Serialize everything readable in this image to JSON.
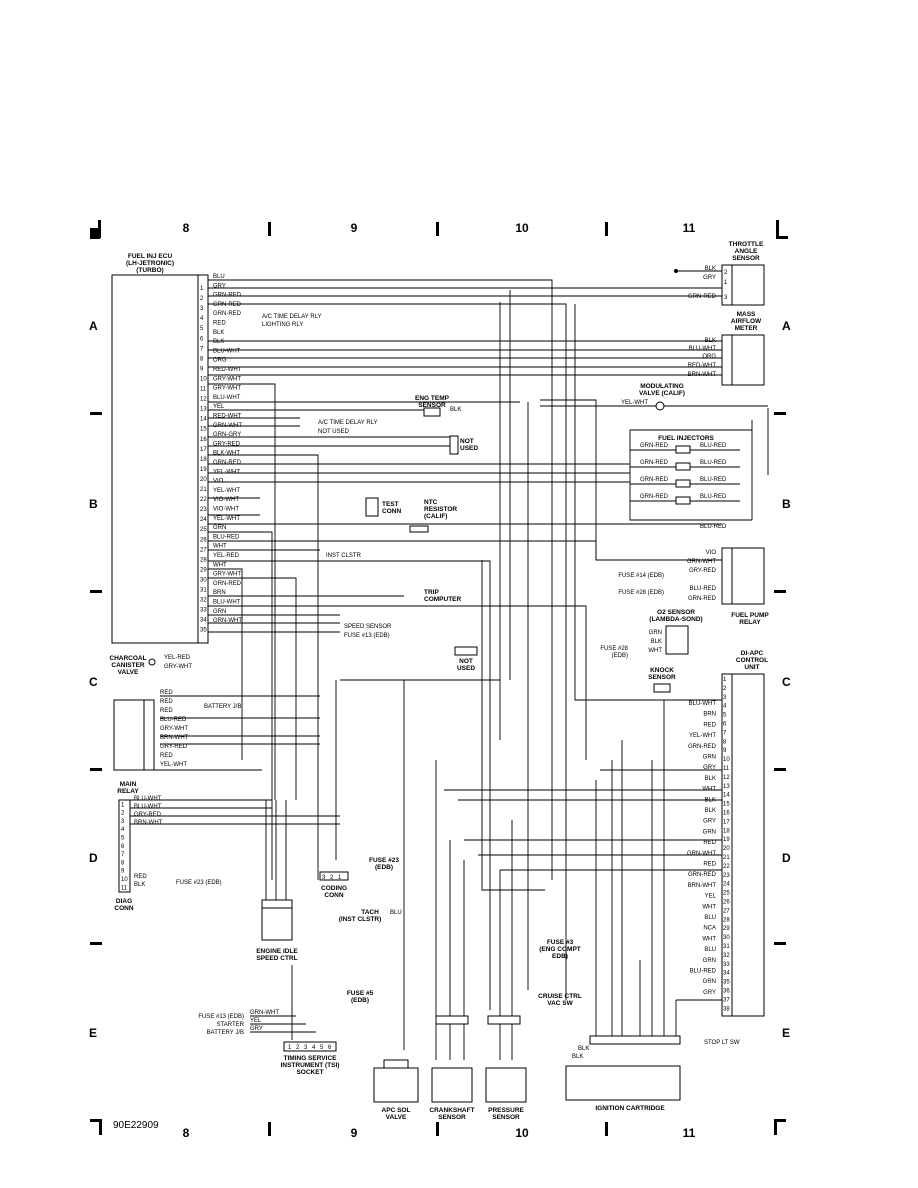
{
  "grid": {
    "columns": [
      "8",
      "9",
      "10",
      "11"
    ],
    "rows": [
      "A",
      "B",
      "C",
      "D",
      "E"
    ]
  },
  "ecu": {
    "title": [
      "FUEL INJ ECU",
      "(LH-JETRONIC)",
      "(TURBO)"
    ],
    "pins": [
      "1",
      "2",
      "3",
      "4",
      "5",
      "6",
      "7",
      "8",
      "9",
      "10",
      "11",
      "12",
      "13",
      "14",
      "15",
      "16",
      "17",
      "18",
      "19",
      "20",
      "21",
      "22",
      "23",
      "24",
      "25",
      "26",
      "27",
      "28",
      "29",
      "30",
      "31",
      "32",
      "33",
      "34",
      "35"
    ],
    "wires": [
      "BLU",
      "GRY",
      "GRN-RED",
      "GRN-RED",
      "GRN-RED",
      "RED",
      "BLK",
      "BLK",
      "BLU-WHT",
      "ORG",
      "RED-WHT",
      "GRY-WHT",
      "GRY-WHT",
      "BLU-WHT",
      "YEL",
      "RED-WHT",
      "GRN-WHT",
      "GRN-GRY",
      "GRY-RED",
      "BLK-WHT",
      "GRN-RED",
      "YEL-WHT",
      "VIO",
      "YEL-WHT",
      "VIO-WHT",
      "VIO-WHT",
      "YEL-WHT",
      "GRN",
      "BLU-RED",
      "WHT",
      "YEL-RED",
      "WHT",
      "GRY-WHT",
      "GRN-RED",
      "BRN",
      "BLU-WHT",
      "GRN",
      "GRN-WHT"
    ]
  },
  "labels": {
    "ac_relay_1": "A/C TIME DELAY RLY",
    "lighting_relay": "LIGHTING RLY",
    "ac_relay_2": "A/C TIME DELAY RLY",
    "not_used_1": "NOT USED",
    "inst_clstr": "INST CLSTR",
    "speed_sensor": "SPEED SENSOR",
    "fuse13": "FUSE #13 (EDB)",
    "trip": [
      "TRIP",
      "COMPUTER"
    ],
    "test_conn": [
      "TEST",
      "CONN"
    ],
    "ntc": [
      "NTC",
      "RESISTOR",
      "(CALIF)"
    ],
    "not_used_2": [
      "NOT",
      "USED"
    ],
    "not_used_3": [
      "NOT",
      "USED"
    ],
    "eng_temp": [
      "ENG TEMP",
      "SENSOR"
    ],
    "throttle": [
      "THROTTLE",
      "ANGLE",
      "SENSOR"
    ],
    "maf": [
      "MASS",
      "AIRFLOW",
      "METER"
    ],
    "mod_valve": [
      "MODULATING",
      "VALVE (CALIF)"
    ],
    "injectors": "FUEL INJECTORS",
    "fuel_pump": [
      "FUEL PUMP",
      "RELAY"
    ],
    "o2": [
      "O2 SENSOR",
      "(LAMBDA-SOND)"
    ],
    "fuse14": "FUSE #14 (EDB)",
    "fuse28a": "FUSE #28 (EDB)",
    "fuse28b": [
      "FUSE #28",
      "(EDB)"
    ],
    "knock": [
      "KNOCK",
      "SENSOR"
    ],
    "apc": [
      "DI-APC",
      "CONTROL",
      "UNIT"
    ],
    "charcoal": [
      "CHARCOAL",
      "CANISTER",
      "VALVE"
    ],
    "battery_jb": "BATTERY J/B",
    "main_relay": [
      "MAIN",
      "RELAY"
    ],
    "diag": [
      "DIAG",
      "CONN"
    ],
    "fuse23a": "FUSE #23 (EDB)",
    "fuse23b": [
      "FUSE #23",
      "(EDB)"
    ],
    "coding": [
      "CODING",
      "CONN"
    ],
    "idle": [
      "ENGINE IDLE",
      "SPEED CTRL"
    ],
    "tach": [
      "TACH",
      "(INST CLSTR)"
    ],
    "fuse3": [
      "FUSE #3",
      "(ENG COMPT",
      "EDB)"
    ],
    "cruise": [
      "CRUISE CTRL",
      "VAC SW"
    ],
    "stop": "STOP LT SW",
    "fuse5": [
      "FUSE #5",
      "(EDB)"
    ],
    "fuse13b": "FUSE #13 (EDB)",
    "starter": "STARTER",
    "battery_jb2": "BATTERY J/B",
    "timing": [
      "TIMING SERVICE",
      "INSTRUMENT (TSI)",
      "SOCKET"
    ],
    "apc_valve": [
      "APC SOL",
      "VALVE"
    ],
    "crank": [
      "CRANKSHAFT",
      "SENSOR"
    ],
    "pressure": [
      "PRESSURE",
      "SENSOR"
    ],
    "ignition": "IGNITION CARTRIDGE",
    "figure_id": "90E22909"
  },
  "apc_pins": [
    "1",
    "2",
    "3",
    "4",
    "5",
    "6",
    "7",
    "8",
    "9",
    "10",
    "11",
    "12",
    "13",
    "14",
    "15",
    "16",
    "17",
    "18",
    "19",
    "20",
    "21",
    "22",
    "23",
    "24",
    "25",
    "26",
    "27",
    "28",
    "29",
    "30",
    "31",
    "32",
    "33",
    "34",
    "35",
    "36",
    "37",
    "38"
  ],
  "apc_wires": [
    "BLU-WHT",
    "BRN",
    "RED",
    "YEL-WHT",
    "GRN-RED",
    "GRN",
    "GRY",
    "BLK",
    "WHT",
    "BLK",
    "BLK",
    "GRY",
    "GRN",
    "RED",
    "GRN-WHT",
    "RED",
    "GRN-RED",
    "BRN-WHT",
    "YEL",
    "WHT",
    "BLU",
    "NCA",
    "WHT",
    "BLU",
    "GRN",
    "BLU-RED",
    "GRN",
    "GRY"
  ],
  "injector_wires": [
    "GRN-RED",
    "BLU-RED",
    "GRN-RED",
    "BLU-RED",
    "GRN-RED",
    "BLU-RED",
    "GRN-RED",
    "BLU-RED",
    "BLU-RED"
  ],
  "maf_wires": [
    "BLK",
    "BLU-WHT",
    "ORG",
    "RED-WHT",
    "BRN-WHT"
  ],
  "throttle_wires": [
    "BLK",
    "GRY",
    "GRN-RED"
  ],
  "pump_wires": [
    "VIO",
    "GRN-WHT",
    "GRY-RED",
    "BLU-RED",
    "GRN-RED"
  ],
  "main_relay_wires": [
    "RED",
    "RED",
    "RED",
    "BLU-RED",
    "GRY-WHT",
    "BRN-WHT",
    "GRY-RED",
    "RED",
    "YEL-WHT"
  ],
  "diag_wires": [
    "BLU-WHT",
    "BLU-WHT",
    "GRY-RED",
    "BRN-WHT",
    "RED",
    "BLK"
  ]
}
